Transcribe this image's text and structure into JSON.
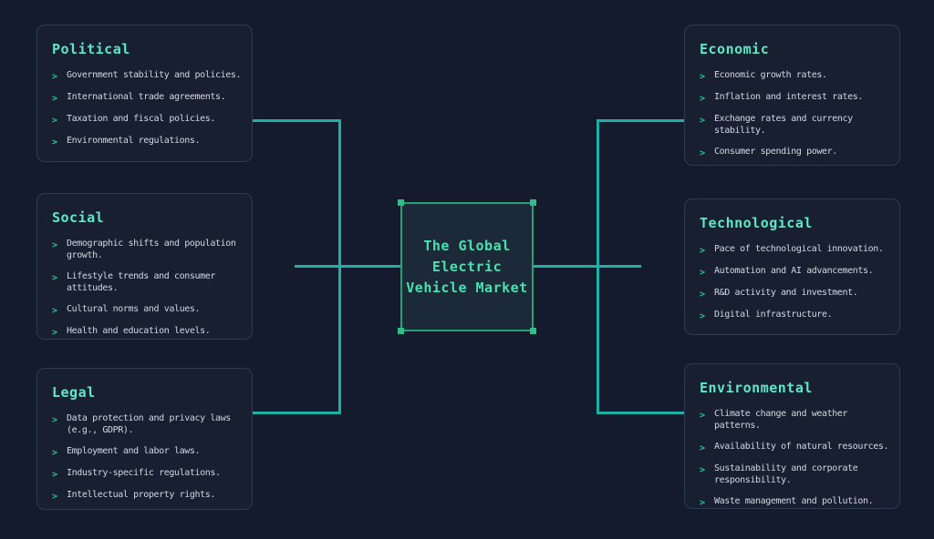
{
  "ui": {
    "bullet_glyph": ">"
  },
  "colors": {
    "background": "#141b2d",
    "node_background": "#171f31",
    "node_border": "#2e3a52",
    "title_text": "#5ce9c6",
    "item_text": "#d2d7e0",
    "bullet": "#1ec98c",
    "connector": "#1fb0a5",
    "center_node_background": "#1c2939",
    "center_node_border": "#27a076",
    "center_node_text": "#47e2ae",
    "selection_handle": "#2fbd8a"
  },
  "center": {
    "label": "The Global Electric Vehicle Market",
    "lines": [
      "The Global",
      "Electric",
      "Vehicle Market"
    ]
  },
  "sections": {
    "political": {
      "title": "Political",
      "items": [
        "Government stability and policies.",
        "International trade agreements.",
        "Taxation and fiscal policies.",
        "Environmental regulations."
      ]
    },
    "social": {
      "title": "Social",
      "items": [
        "Demographic shifts and population growth.",
        "Lifestyle trends and consumer attitudes.",
        "Cultural norms and values.",
        "Health and education levels."
      ]
    },
    "legal": {
      "title": "Legal",
      "items": [
        "Data protection and privacy laws (e.g., GDPR).",
        "Employment and labor laws.",
        "Industry-specific regulations.",
        "Intellectual property rights."
      ]
    },
    "economic": {
      "title": "Economic",
      "items": [
        "Economic growth rates.",
        "Inflation and interest rates.",
        "Exchange rates and currency stability.",
        "Consumer spending power."
      ]
    },
    "technological": {
      "title": "Technological",
      "items": [
        "Pace of technological innovation.",
        "Automation and AI advancements.",
        "R&D activity and investment.",
        "Digital infrastructure."
      ]
    },
    "environmental": {
      "title": "Environmental",
      "items": [
        "Climate change and weather patterns.",
        "Availability of natural resources.",
        "Sustainability and corporate responsibility.",
        "Waste management and pollution."
      ]
    }
  }
}
